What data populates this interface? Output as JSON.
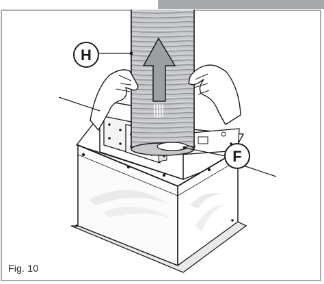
{
  "figure": {
    "caption": "Fig. 10",
    "callouts": [
      {
        "letter": "H"
      },
      {
        "letter": "F"
      }
    ]
  },
  "colors": {
    "frame": "#a7a9ac",
    "header_bar": "#a7a9ac",
    "duct_fill": "#bdbfc2",
    "ink": "#1a1a1a"
  }
}
